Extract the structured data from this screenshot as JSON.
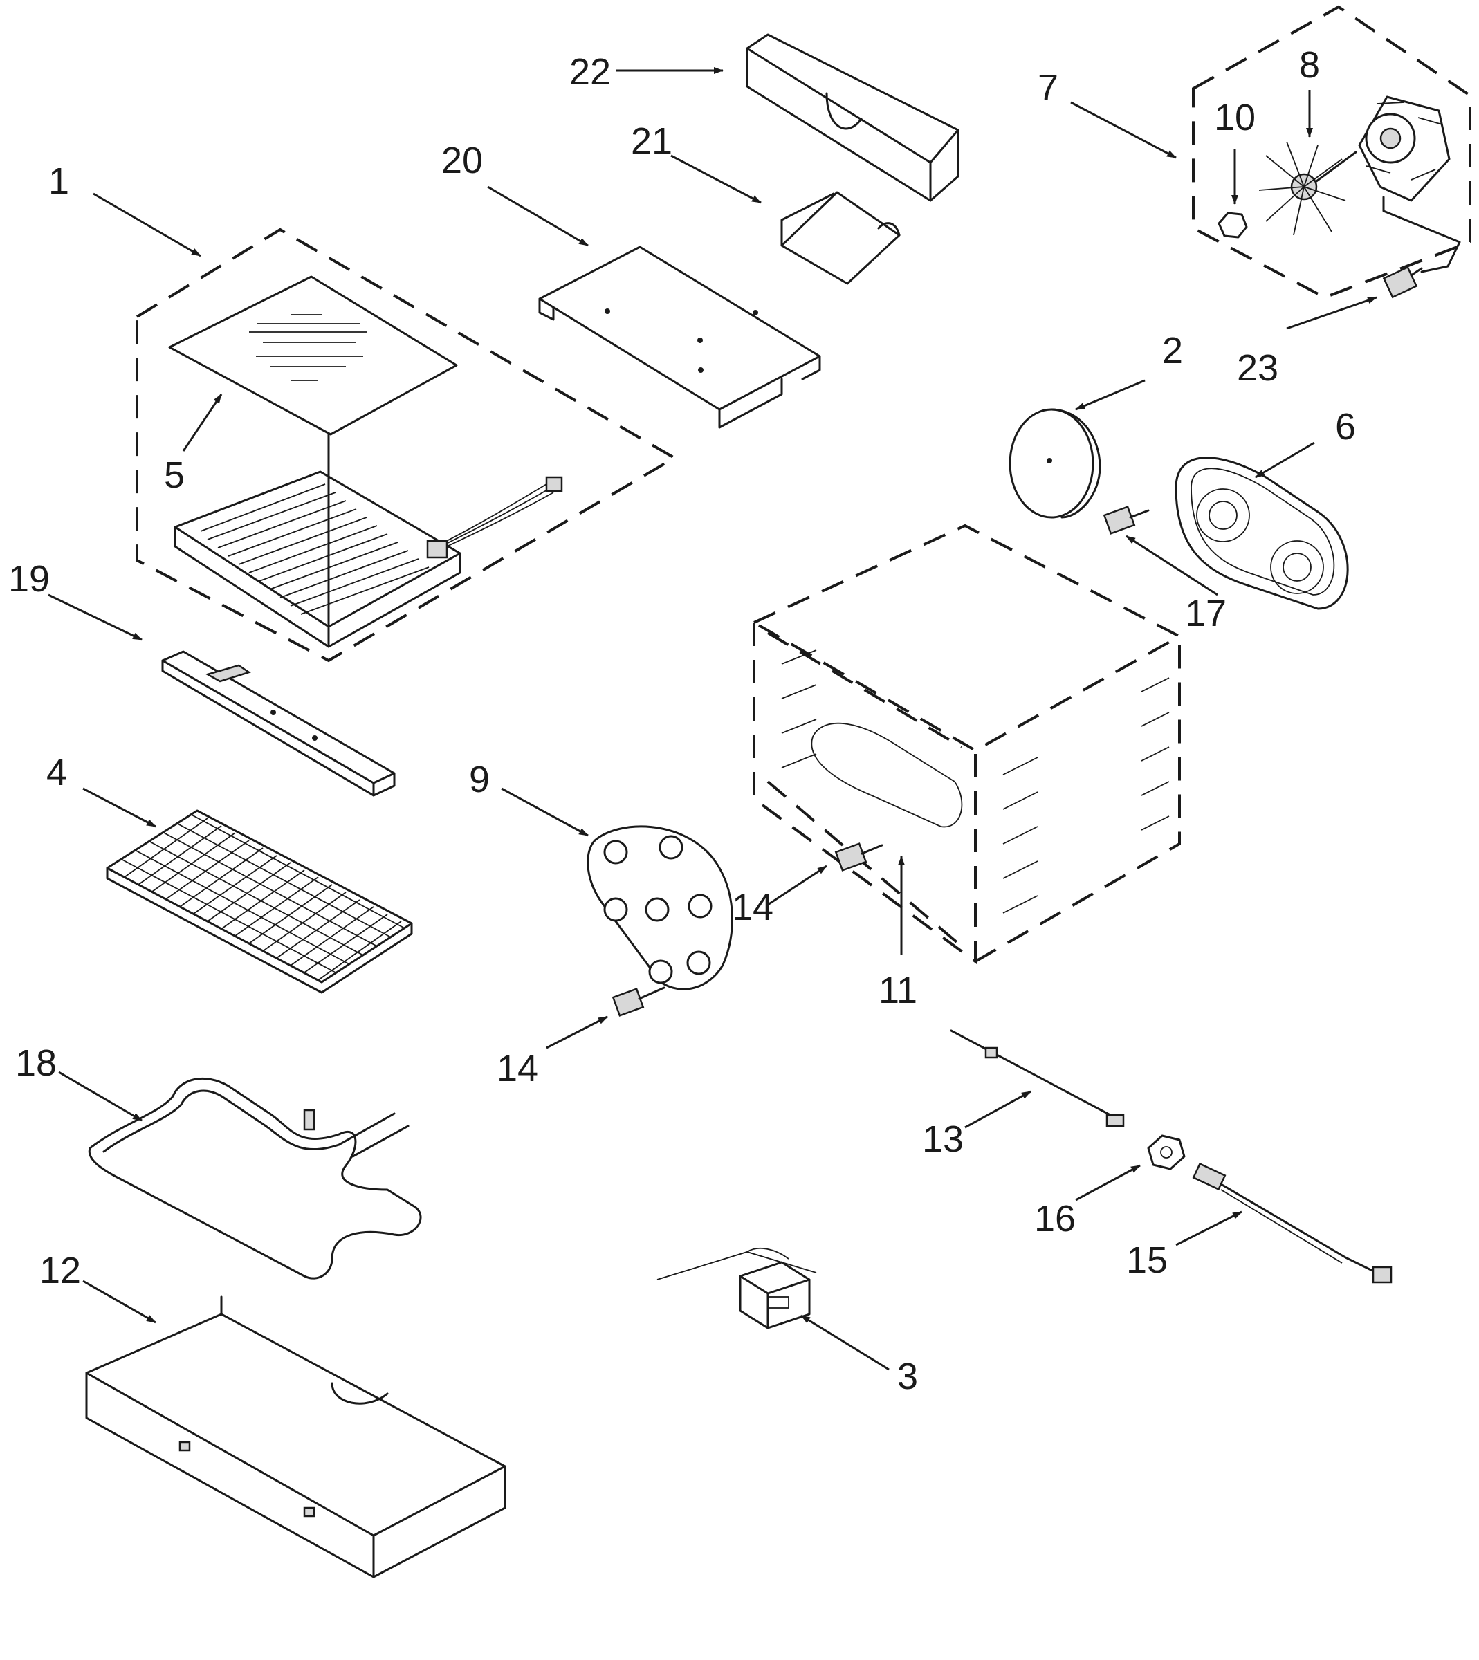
{
  "callouts": [
    {
      "num": "1"
    },
    {
      "num": "2"
    },
    {
      "num": "3"
    },
    {
      "num": "4"
    },
    {
      "num": "5"
    },
    {
      "num": "6"
    },
    {
      "num": "7"
    },
    {
      "num": "8"
    },
    {
      "num": "9"
    },
    {
      "num": "10"
    },
    {
      "num": "11"
    },
    {
      "num": "12"
    },
    {
      "num": "13"
    },
    {
      "num": "14"
    },
    {
      "num": "14"
    },
    {
      "num": "15"
    },
    {
      "num": "16"
    },
    {
      "num": "17"
    },
    {
      "num": "18"
    },
    {
      "num": "19"
    },
    {
      "num": "20"
    },
    {
      "num": "21"
    },
    {
      "num": "22"
    },
    {
      "num": "23"
    }
  ]
}
